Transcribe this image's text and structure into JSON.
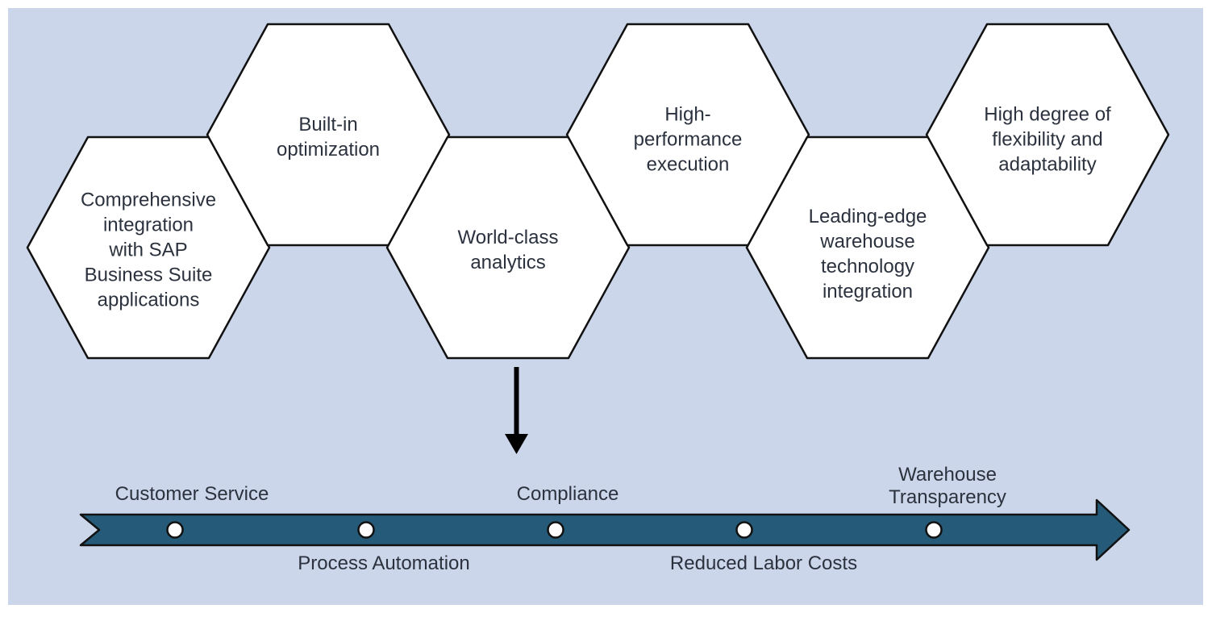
{
  "colors": {
    "background": "#ccd6eb",
    "hexagon_fill": "#ffffff",
    "hexagon_stroke": "#111111",
    "timeline_bar": "#255a78",
    "timeline_outline": "#111111",
    "dot_fill": "#ffffff",
    "text": "#2b323e",
    "down_arrow": "#000000"
  },
  "hexagons": [
    {
      "label": "Comprehensive\nintegration\nwith SAP\nBusiness Suite\napplications"
    },
    {
      "label": "Built-in\noptimization"
    },
    {
      "label": "World-class\nanalytics"
    },
    {
      "label": "High-\nperformance\nexecution"
    },
    {
      "label": "Leading-edge\nwarehouse\ntechnology\nintegration"
    },
    {
      "label": "High degree of\nflexibility and\nadaptability"
    }
  ],
  "timeline": {
    "milestones": [
      {
        "label": "Customer Service",
        "position": "above"
      },
      {
        "label": "Process Automation",
        "position": "below"
      },
      {
        "label": "Compliance",
        "position": "above"
      },
      {
        "label": "Reduced Labor Costs",
        "position": "below"
      },
      {
        "label": "Warehouse\nTransparency",
        "position": "above"
      }
    ]
  }
}
